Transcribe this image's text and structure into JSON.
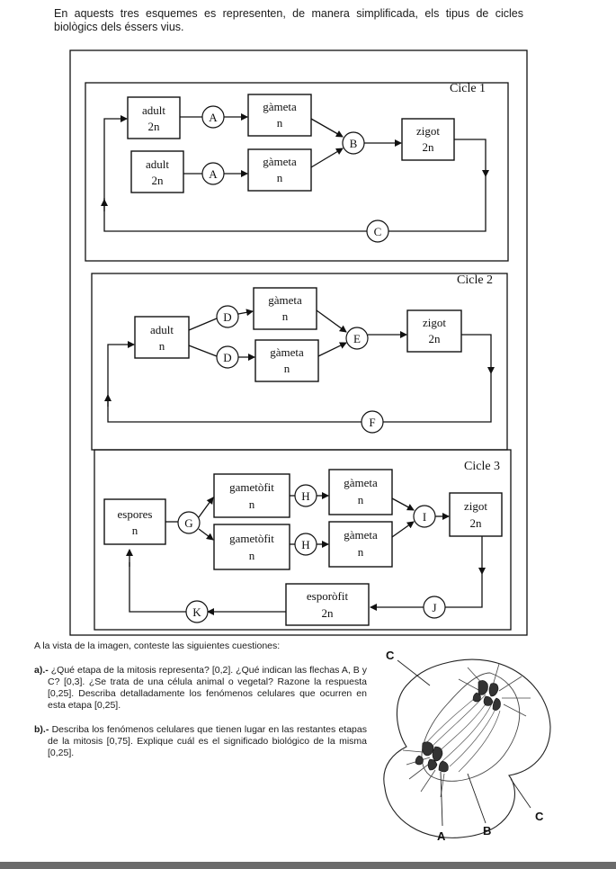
{
  "intro": "En aquests tres esquemes es representen, de manera simplificada, els tipus de cicles biològics dels éssers vius.",
  "cycle1": {
    "title": "Cicle 1",
    "adult_top": [
      "adult",
      "2n"
    ],
    "adult_bottom": [
      "adult",
      "2n"
    ],
    "gameta_top": [
      "gàmeta",
      "n"
    ],
    "gameta_bottom": [
      "gàmeta",
      "n"
    ],
    "zigot": [
      "zigot",
      "2n"
    ],
    "A1": "A",
    "A2": "A",
    "B": "B",
    "C": "C"
  },
  "cycle2": {
    "title": "Cicle 2",
    "adult": [
      "adult",
      "n"
    ],
    "gameta_top": [
      "gàmeta",
      "n"
    ],
    "gameta_bottom": [
      "gàmeta",
      "n"
    ],
    "zigot": [
      "zigot",
      "2n"
    ],
    "D1": "D",
    "D2": "D",
    "E": "E",
    "F": "F"
  },
  "cycle3": {
    "title": "Cicle 3",
    "espores": [
      "espores",
      "n"
    ],
    "gametofit_top": [
      "gametòfit",
      "n"
    ],
    "gametofit_bottom": [
      "gametòfit",
      "n"
    ],
    "gameta_top": [
      "gàmeta",
      "n"
    ],
    "gameta_bottom": [
      "gàmeta",
      "n"
    ],
    "zigot": [
      "zigot",
      "2n"
    ],
    "esporofit": [
      "esporòfit",
      "2n"
    ],
    "G": "G",
    "H1": "H",
    "H2": "H",
    "I": "I",
    "J": "J",
    "K": "K"
  },
  "questions": {
    "lead": "A la vista de la imagen, conteste las siguientes cuestiones:",
    "a_label": "a).-",
    "a_text": "¿Qué etapa de la mitosis representa? [0,2]. ¿Qué indican las flechas A, B y C? [0,3]. ¿Se trata de una célula animal o vegetal? Razone la respuesta [0,25]. Describa detalladamente los fenómenos celulares que ocurren en esta etapa [0,25].",
    "b_label": "b).-",
    "b_text": "Describa los fenómenos celulares que tienen lugar en las restantes etapas de la mitosis [0,75]. Explique cuál es el significado biológico de la misma [0,25]."
  },
  "cell_figure": {
    "label_c_top": "C",
    "label_c_right": "C",
    "label_a": "A",
    "label_b": "B"
  }
}
